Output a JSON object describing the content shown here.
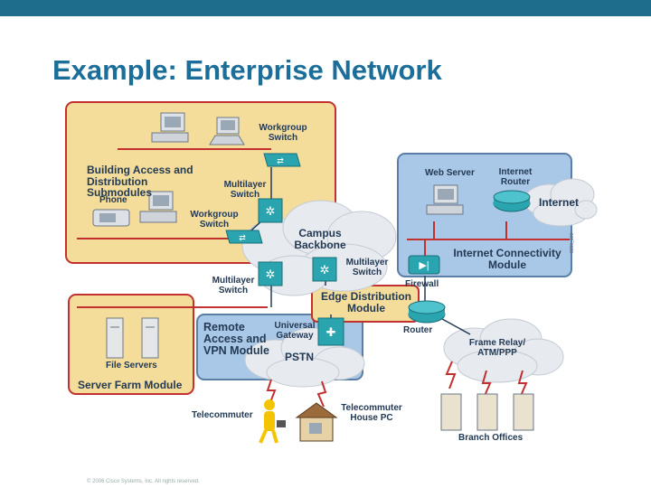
{
  "slide": {
    "title": "Example: Enterprise Network",
    "footer": "© 2006 Cisco Systems, Inc. All rights reserved."
  },
  "modules": {
    "building": "Building Access and Distribution Submodules",
    "internet_conn": "Internet Connectivity Module",
    "server_farm": "Server Farm Module",
    "edge_dist": "Edge Distribution Module",
    "remote_access": "Remote Access and VPN Module",
    "campus_backbone": "Campus Backbone",
    "pstn": "PSTN",
    "internet": "Internet",
    "frame_relay": "Frame Relay/ ATM/PPP"
  },
  "devices": {
    "workgroup_switch_top": "Workgroup Switch",
    "multilayer_switch_building": "Multilayer Switch",
    "phone": "Phone",
    "workgroup_switch_bottom": "Workgroup Switch",
    "web_server": "Web Server",
    "internet_router": "Internet Router",
    "multilayer_switch_server": "Multilayer Switch",
    "multilayer_switch_backbone": "Multilayer Switch",
    "firewall": "Firewall",
    "router": "Router",
    "universal_gateway": "Universal Gateway",
    "file_servers": "File Servers",
    "telecommuter": "Telecommuter",
    "telecommuter_house_pc": "Telecommuter House PC",
    "branch_offices": "Branch Offices"
  },
  "side_code": "3350_100",
  "colors": {
    "title": "#1c6e9a",
    "topbar": "#1f6d8c",
    "module_fill": "#f4dc9a",
    "module_border": "#c23030",
    "blue_fill": "#a9c7e6",
    "blue_border": "#5a7ea6",
    "switch": "#2aa5b0"
  }
}
